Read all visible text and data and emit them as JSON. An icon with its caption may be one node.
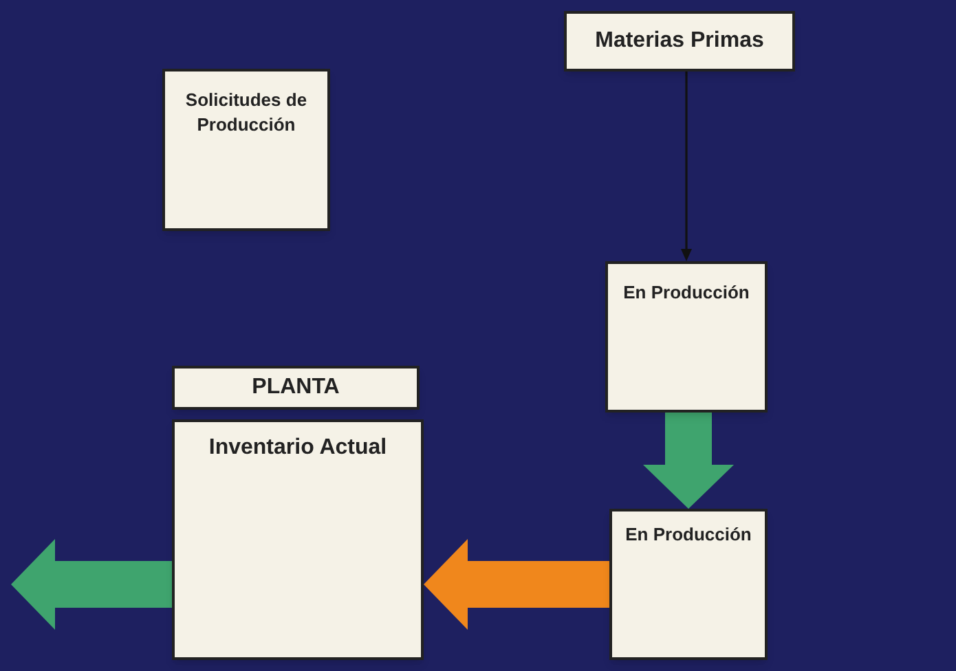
{
  "diagram": {
    "nodes": [
      {
        "text": [
          "Materias Primas"
        ]
      },
      {
        "text": [
          "Solicitudes de Producción"
        ]
      },
      {
        "text": [
          "En Producción"
        ]
      },
      {
        "text": [
          "PLANTA"
        ]
      },
      {
        "text": [
          "Inventario Actual"
        ]
      },
      {
        "text": [
          "En Producción"
        ]
      }
    ],
    "edges": [
      {
        "from": 0,
        "to": 2,
        "arrow": "to",
        "color": "#111111"
      },
      {
        "from": 2,
        "to": 5,
        "arrow": "to",
        "color": "#3fa46e"
      },
      {
        "from": 5,
        "to": 4,
        "arrow": "to",
        "color": "#f0871c"
      },
      {
        "from": 4,
        "to": null,
        "arrow": "to",
        "color": "#3fa46e"
      }
    ]
  }
}
